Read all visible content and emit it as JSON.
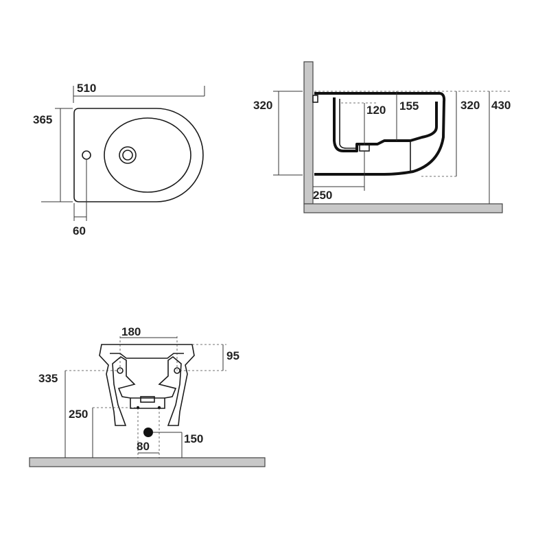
{
  "colors": {
    "line": "#1a1a1a",
    "floor": "#c8c8c8",
    "text": "#222222"
  },
  "top_view": {
    "width_label": "510",
    "depth_label": "365",
    "hole_offset_label": "60"
  },
  "side_view": {
    "height_left_label": "320",
    "inlet_label": "120",
    "inner_label": "155",
    "height_right_label": "320",
    "total_height_label": "430",
    "outlet_label": "250"
  },
  "front_view": {
    "holes_spacing_label": "180",
    "top_offset_label": "95",
    "holes_height_label": "335",
    "outlet_height_label": "250",
    "drain_height_label": "150",
    "drain_width_label": "80"
  }
}
